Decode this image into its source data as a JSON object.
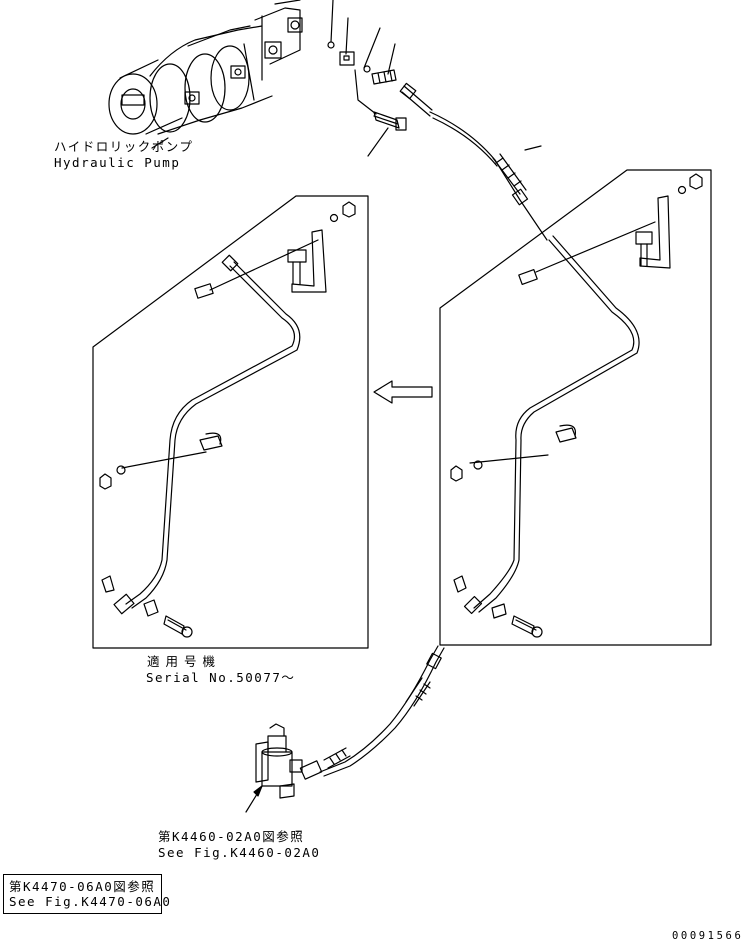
{
  "pump": {
    "label_jp": "ハイドロリックポンプ",
    "label_en": "Hydraulic Pump"
  },
  "serial": {
    "label_jp": "適用号機",
    "label_en": "Serial No.50077～"
  },
  "valve_ref": {
    "label_jp": "第K4460-02A0図参照",
    "label_en": "See Fig.K4460-02A0"
  },
  "page_ref": {
    "label_jp": "第K4470-06A0図参照",
    "label_en": "See Fig.K4470-06A0"
  },
  "document_number": "00091566"
}
